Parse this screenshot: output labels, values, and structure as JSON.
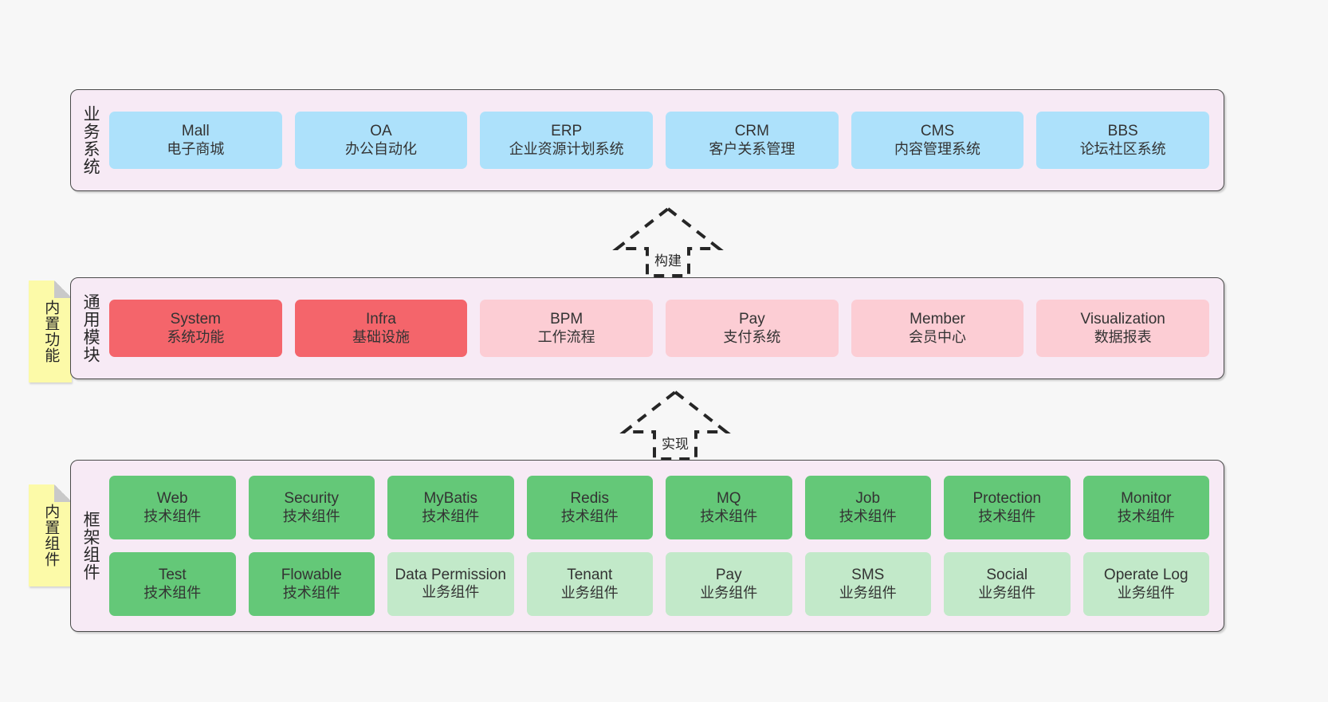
{
  "layers": [
    {
      "id": "business",
      "title": "业务系统",
      "rows": [
        {
          "items": [
            {
              "en": "Mall",
              "cn": "电子商城",
              "color": "#ade1fb"
            },
            {
              "en": "OA",
              "cn": "办公自动化",
              "color": "#ade1fb"
            },
            {
              "en": "ERP",
              "cn": "企业资源计划系统",
              "color": "#ade1fb"
            },
            {
              "en": "CRM",
              "cn": "客户关系管理",
              "color": "#ade1fb"
            },
            {
              "en": "CMS",
              "cn": "内容管理系统",
              "color": "#ade1fb"
            },
            {
              "en": "BBS",
              "cn": "论坛社区系统",
              "color": "#ade1fb"
            }
          ]
        }
      ]
    },
    {
      "id": "modules",
      "title": "通用模块",
      "rows": [
        {
          "items": [
            {
              "en": "System",
              "cn": "系统功能",
              "color": "#f4656b"
            },
            {
              "en": "Infra",
              "cn": "基础设施",
              "color": "#f4656b"
            },
            {
              "en": "BPM",
              "cn": "工作流程",
              "color": "#fccdd4"
            },
            {
              "en": "Pay",
              "cn": "支付系统",
              "color": "#fccdd4"
            },
            {
              "en": "Member",
              "cn": "会员中心",
              "color": "#fccdd4"
            },
            {
              "en": "Visualization",
              "cn": "数据报表",
              "color": "#fccdd4"
            }
          ]
        }
      ]
    },
    {
      "id": "framework",
      "title": "框架组件",
      "rows": [
        {
          "items": [
            {
              "en": "Web",
              "cn": "技术组件",
              "color": "#64c878"
            },
            {
              "en": "Security",
              "cn": "技术组件",
              "color": "#64c878"
            },
            {
              "en": "MyBatis",
              "cn": "技术组件",
              "color": "#64c878"
            },
            {
              "en": "Redis",
              "cn": "技术组件",
              "color": "#64c878"
            },
            {
              "en": "MQ",
              "cn": "技术组件",
              "color": "#64c878"
            },
            {
              "en": "Job",
              "cn": "技术组件",
              "color": "#64c878"
            },
            {
              "en": "Protection",
              "cn": "技术组件",
              "color": "#64c878"
            },
            {
              "en": "Monitor",
              "cn": "技术组件",
              "color": "#64c878"
            }
          ]
        },
        {
          "items": [
            {
              "en": "Test",
              "cn": "技术组件",
              "color": "#64c878"
            },
            {
              "en": "Flowable",
              "cn": "技术组件",
              "color": "#64c878"
            },
            {
              "en": "Data Permission",
              "cn": "业务组件",
              "color": "#c2e9c9"
            },
            {
              "en": "Tenant",
              "cn": "业务组件",
              "color": "#c2e9c9"
            },
            {
              "en": "Pay",
              "cn": "业务组件",
              "color": "#c2e9c9"
            },
            {
              "en": "SMS",
              "cn": "业务组件",
              "color": "#c2e9c9"
            },
            {
              "en": "Social",
              "cn": "业务组件",
              "color": "#c2e9c9"
            },
            {
              "en": "Operate Log",
              "cn": "业务组件",
              "color": "#c2e9c9"
            }
          ]
        }
      ]
    }
  ],
  "notes": [
    {
      "id": "builtin-features",
      "label": "内置功能"
    },
    {
      "id": "builtin-components",
      "label": "内置组件"
    }
  ],
  "arrows": [
    {
      "id": "build",
      "label": "构建"
    },
    {
      "id": "implement",
      "label": "实现"
    }
  ],
  "colors": {
    "canvas": "#f7f7f7",
    "layer_background": "#f7eaf5",
    "layer_border": "#4a4a4a",
    "business_box": "#ade1fb",
    "module_primary": "#f4656b",
    "module_secondary": "#fccdd4",
    "tech_component": "#64c878",
    "business_component": "#c2e9c9",
    "note": "#fcfaa8",
    "note_fold": "#c9c9c9",
    "text": "#333333"
  }
}
